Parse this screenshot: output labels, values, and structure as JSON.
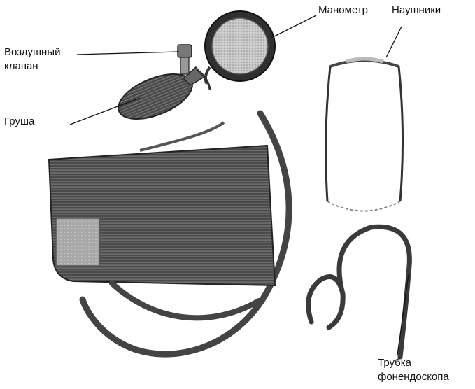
{
  "labels": {
    "manometer": "Манометр",
    "headphones": "Наушники",
    "valve_line1": "Воздушный",
    "valve_line2": "клапан",
    "bulb": "Груша",
    "tube_line1": "Трубка",
    "tube_line2": "фонендоскопа"
  },
  "colors": {
    "ink": "#111111",
    "cuff": "#3a3a3a",
    "hose": "#444444",
    "gauge_face": "#bdbdbd",
    "background": "#ffffff"
  }
}
